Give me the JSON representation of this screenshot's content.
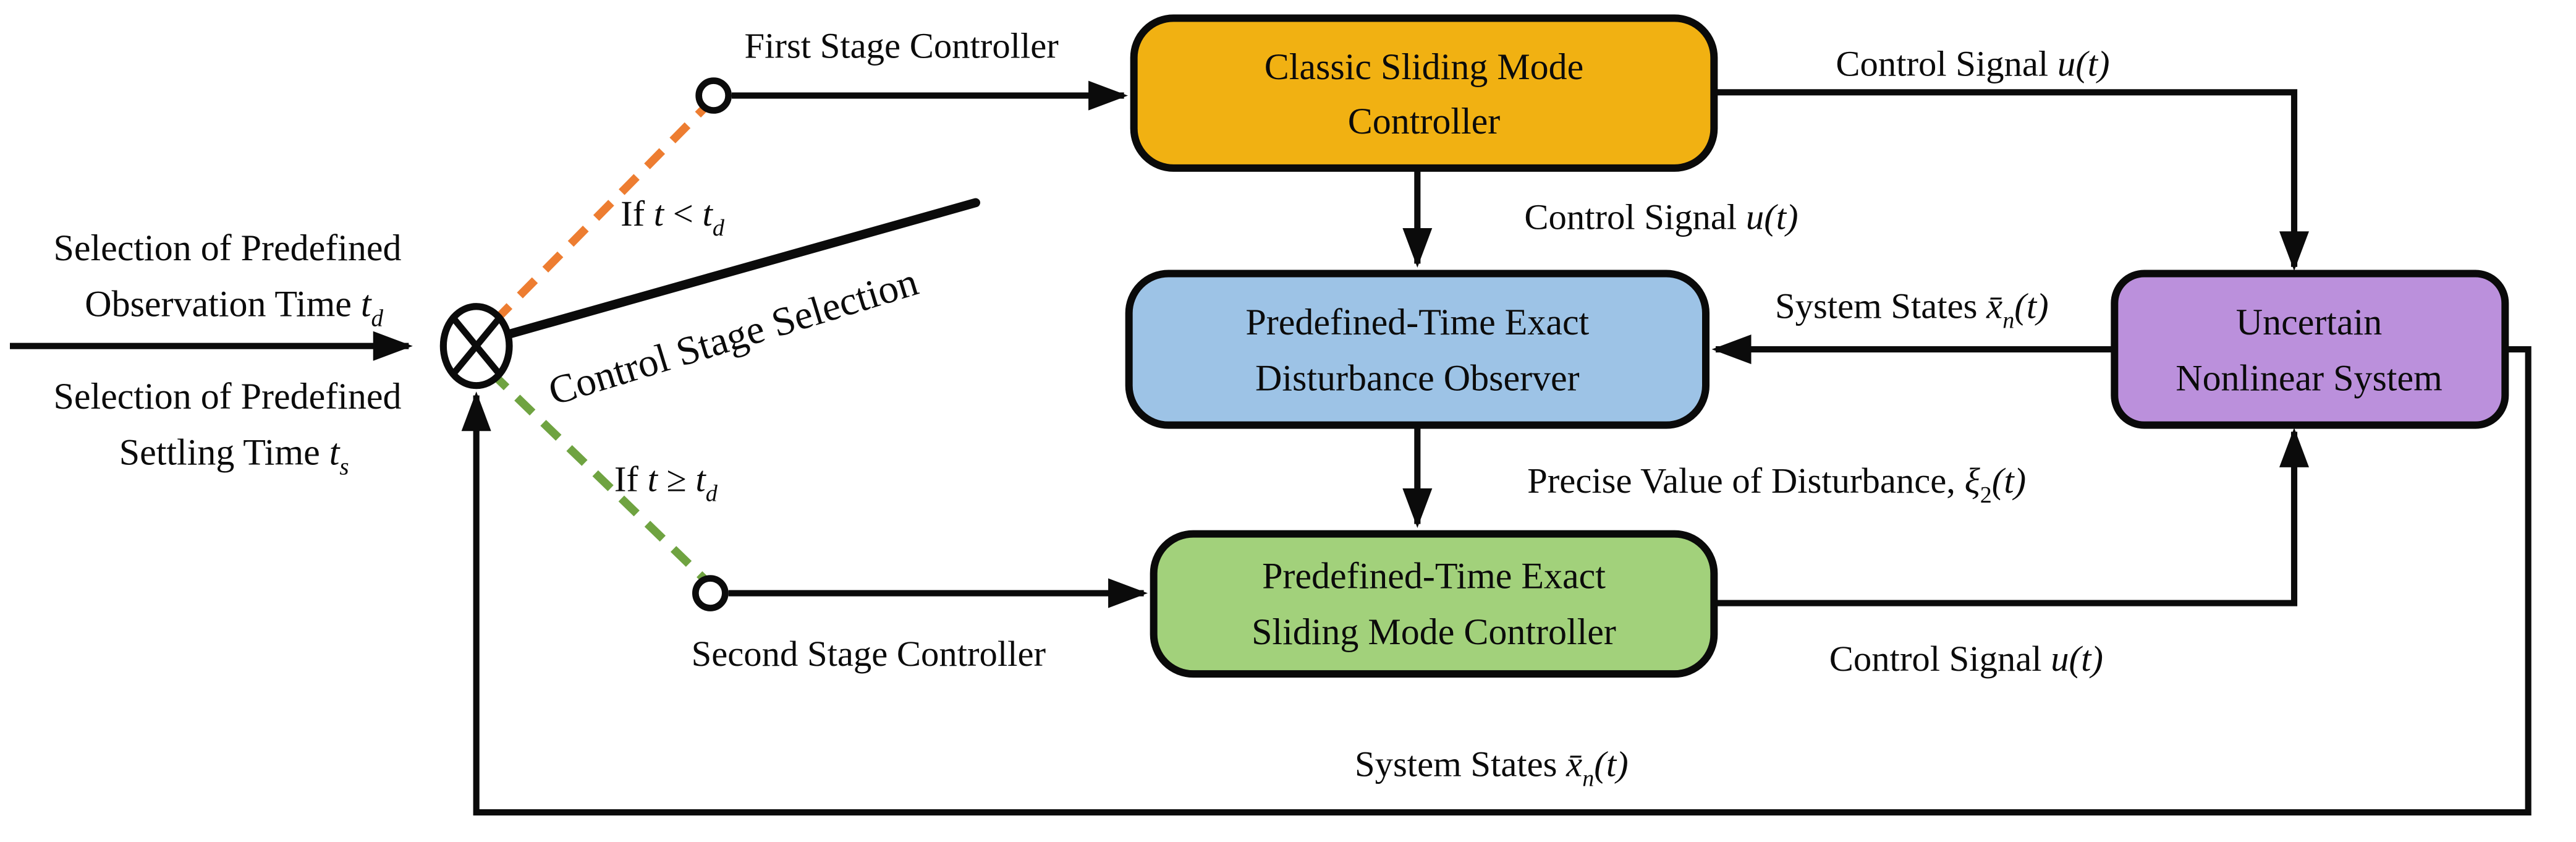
{
  "colors": {
    "line_black": "#0b0b0b",
    "orange": "#ED7D31",
    "green": "#6FA341",
    "cyan": "#29ABE2",
    "text_black": "#0b0b0b"
  },
  "inputs": {
    "observation": {
      "line1": "Selection of Predefined",
      "line2": "Observation Time ",
      "var": "t",
      "sub": "d"
    },
    "settling": {
      "line1": "Selection of Predefined",
      "line2": "Settling Time ",
      "var": "t",
      "sub": "s"
    }
  },
  "stage_switch": {
    "first_label": "First Stage Controller",
    "second_label": "Second Stage Controller",
    "selector_label": "Control Stage Selection",
    "first_condition": {
      "pre": "If ",
      "var1": "t",
      "op": " < ",
      "var2": "t",
      "sub": "d"
    },
    "second_condition": {
      "pre": "If ",
      "var1": "t",
      "op": " ≥ ",
      "var2": "t",
      "sub": "d"
    }
  },
  "blocks": {
    "classic_smc": {
      "line1": "Classic Sliding Mode",
      "line2": "Controller",
      "fill": "#F1B112"
    },
    "observer": {
      "line1": "Predefined-Time Exact",
      "line2": "Disturbance Observer",
      "fill": "#9DC3E6"
    },
    "predefined_smc": {
      "line1": "Predefined-Time Exact",
      "line2": "Sliding Mode Controller",
      "fill": "#A2D17B"
    },
    "plant": {
      "line1": "Uncertain",
      "line2": "Nonlinear System",
      "fill": "#BB90DC"
    }
  },
  "signals": {
    "control_signal": {
      "pre": "Control Signal ",
      "math": "u(t)"
    },
    "system_states": {
      "pre": "System States ",
      "var": "x̄",
      "sub": "n",
      "post": "(t)"
    },
    "disturbance": {
      "pre": "Precise Value of Disturbance, ",
      "var": "ξ",
      "sub": "2",
      "post": "(t)"
    }
  }
}
